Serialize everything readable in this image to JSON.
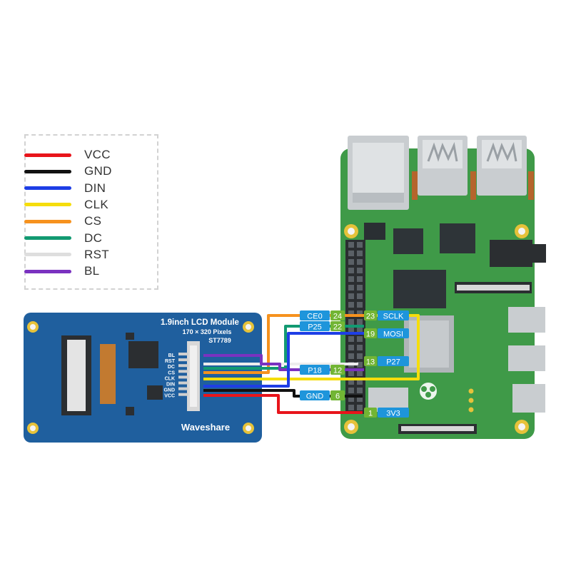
{
  "legend": {
    "items": [
      {
        "label": "VCC",
        "color": "#e8141b"
      },
      {
        "label": "GND",
        "color": "#111111"
      },
      {
        "label": "DIN",
        "color": "#1e3ee6"
      },
      {
        "label": "CLK",
        "color": "#f5dd0c"
      },
      {
        "label": "CS",
        "color": "#f6921e"
      },
      {
        "label": "DC",
        "color": "#129a72"
      },
      {
        "label": "RST",
        "color": "#dcdcdc"
      },
      {
        "label": "BL",
        "color": "#7a32c0"
      }
    ]
  },
  "lcd_module": {
    "title": "1.9inch LCD Module",
    "resolution": "170 × 320 Pixels",
    "controller": "ST7789",
    "brand": "Waveshare",
    "board_color": "#1f5f9e",
    "pin_labels": [
      "BL",
      "RST",
      "DC",
      "CS",
      "CLK",
      "DIN",
      "GND",
      "VCC"
    ]
  },
  "raspberry_pi": {
    "board_color": "#3f9a48",
    "left_pins": [
      {
        "name": "CE0",
        "number": "24"
      },
      {
        "name": "P25",
        "number": "22"
      },
      {
        "name": "P18",
        "number": "12"
      },
      {
        "name": "GND",
        "number": "6"
      }
    ],
    "right_pins": [
      {
        "number": "23",
        "name": "SCLK"
      },
      {
        "number": "19",
        "name": "MOSI"
      },
      {
        "number": "13",
        "name": "P27"
      },
      {
        "number": "1",
        "name": "3V3"
      }
    ]
  }
}
